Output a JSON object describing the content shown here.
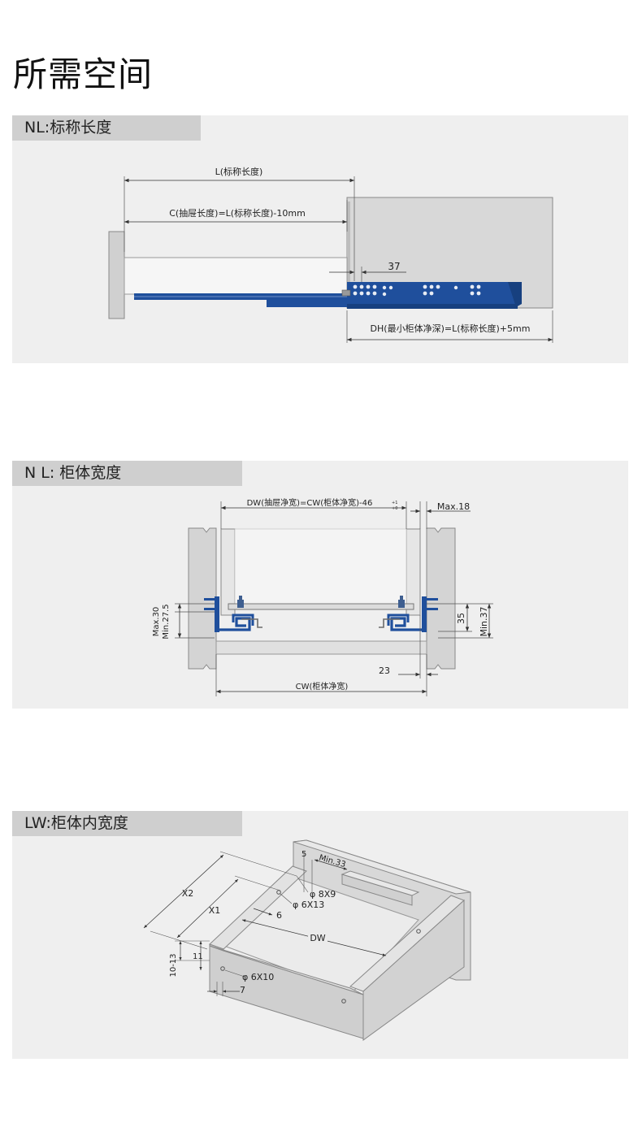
{
  "page_title": "所需空间",
  "colors": {
    "panel_bg": "#efefef",
    "tag_bg": "#cfcfcf",
    "slide_blue": "#1f4f9c",
    "cabinet_gray": "#d7d7d7"
  },
  "section1": {
    "tag": "NL:标称长度",
    "l_label": "L(标称长度)",
    "c_label": "C(抽屉长度)=L(标称长度)-10mm",
    "dim_37": "37",
    "dh_label": "DH(最小柜体净深)=L(标称长度)+5mm"
  },
  "section2": {
    "tag": "N L: 柜体宽度",
    "dw_label": "DW(抽屉净宽)=CW(柜体净宽)-46",
    "dw_sup": "+1",
    "dw_sub": "+0",
    "max18": "Max.18",
    "max30": "Max.30",
    "min275": "Min.27.5",
    "dim35": "35",
    "min37": "Min.37",
    "dim23": "23",
    "cw_label": "CW(柜体净宽)"
  },
  "section3": {
    "tag": "LW:柜体内宽度",
    "x2": "X2",
    "x1": "X1",
    "dw": "DW",
    "d5": "5",
    "min33": "Min.33",
    "phi8x9": "φ 8X9",
    "phi6x13": "φ 6X13",
    "d6": "6",
    "d10_13": "10-13",
    "d11": "11",
    "phi6x10": "φ 6X10",
    "d7": "7"
  }
}
